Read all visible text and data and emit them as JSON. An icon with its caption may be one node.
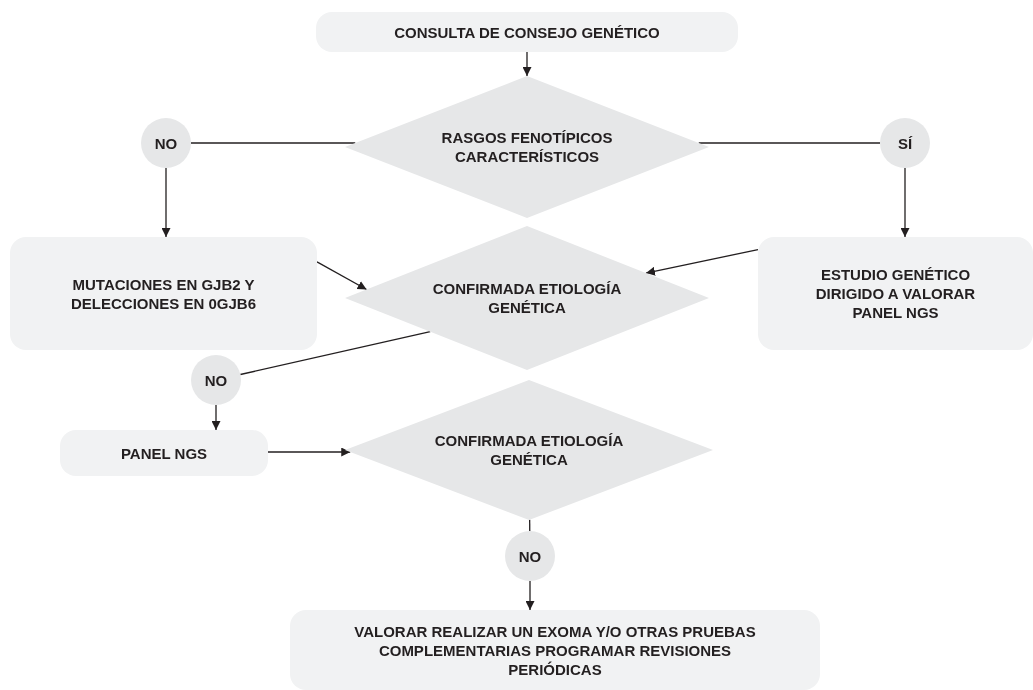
{
  "diagram": {
    "nodes": [
      {
        "text": [
          "CONSULTA DE CONSEJO GENÉTICO"
        ]
      },
      {
        "text": [
          "RASGOS FENOTÍPICOS CARACTERÍSTICOS"
        ]
      },
      {
        "text": [
          "NO"
        ]
      },
      {
        "text": [
          "SÍ"
        ]
      },
      {
        "text": [
          "MUTACIONES EN GJB2 Y DELECCIONES EN 0GJB6"
        ]
      },
      {
        "text": [
          "CONFIRMADA ETIOLOGÍA GENÉTICA"
        ]
      },
      {
        "text": [
          "ESTUDIO GENÉTICO DIRIGIDO A VALORAR PANEL NGS"
        ]
      },
      {
        "text": [
          "NO"
        ]
      },
      {
        "text": [
          "PANEL NGS"
        ]
      },
      {
        "text": [
          "CONFIRMADA ETIOLOGÍA GENÉTICA"
        ]
      },
      {
        "text": [
          "NO"
        ]
      },
      {
        "text": [
          "VALORAR REALIZAR UN EXOMA Y/O OTRAS PRUEBAS COMPLEMENTARIAS PROGRAMAR REVISIONES PERIÓDICAS"
        ]
      }
    ],
    "edges": [
      {
        "from": 0,
        "to": 1,
        "arrow": "to"
      },
      {
        "from": 1,
        "to": 2,
        "arrow": "none"
      },
      {
        "from": 1,
        "to": 3,
        "arrow": "none"
      },
      {
        "from": 2,
        "to": 4,
        "arrow": "to"
      },
      {
        "from": 3,
        "to": 6,
        "arrow": "to"
      },
      {
        "from": 4,
        "to": 5,
        "arrow": "to"
      },
      {
        "from": 6,
        "to": 5,
        "arrow": "to"
      },
      {
        "from": 5,
        "to": 7,
        "arrow": "none"
      },
      {
        "from": 7,
        "to": 8,
        "arrow": "to"
      },
      {
        "from": 8,
        "to": 9,
        "arrow": "to"
      },
      {
        "from": 9,
        "to": 10,
        "arrow": "none"
      },
      {
        "from": 10,
        "to": 11,
        "arrow": "to"
      }
    ]
  }
}
